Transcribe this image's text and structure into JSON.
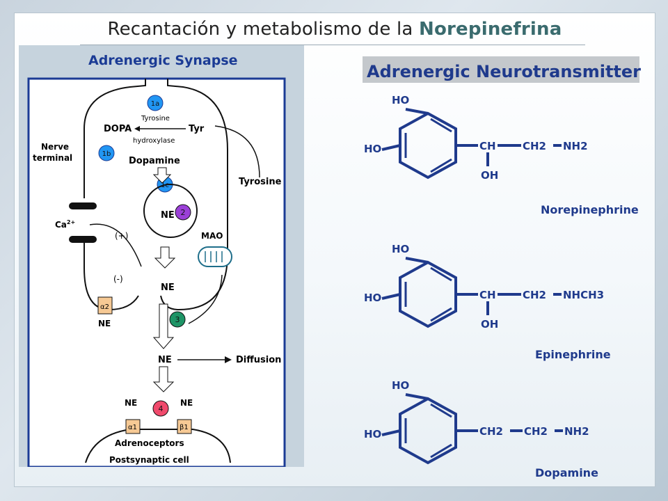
{
  "slide": {
    "title_prefix": "Recantación y metabolismo de la ",
    "title_accent": "Norepinefrina"
  },
  "synapse": {
    "title": "Adrenergic Synapse",
    "labels": {
      "nerve": "Nerve",
      "terminal": "terminal",
      "dopa": "DOPA",
      "tyr": "Tyr",
      "tyrosine_enzyme": "Tyrosine",
      "hydroxylase": "hydroxylase",
      "dopamine": "Dopamine",
      "tyrosine": "Tyrosine",
      "ne_vesicle": "NE",
      "mao": "MAO",
      "ca": "Ca",
      "ca_charge": "2+",
      "plus": "(+)",
      "minus": "(-)",
      "ne_cleft": "NE",
      "alpha2": "α2",
      "ne_alpha2": "NE",
      "ne_diffusion": "NE",
      "diffusion": "Diffusion",
      "ne_left": "NE",
      "ne_right": "NE",
      "alpha1": "α1",
      "beta1": "β1",
      "adrenoceptors": "Adrenoceptors",
      "postsynaptic": "Postsynaptic cell"
    },
    "markers": [
      {
        "label": "1a",
        "color": "#2196f3"
      },
      {
        "label": "1b",
        "color": "#2196f3"
      },
      {
        "label": "1c",
        "color": "#2196f3"
      },
      {
        "label": "2",
        "color": "#9b40d8"
      },
      {
        "label": "3",
        "color": "#1e9466"
      },
      {
        "label": "4",
        "color": "#f04a6c"
      }
    ]
  },
  "neurotransmitters": {
    "title": "Adrenergic Neurotransmitters",
    "molecules": [
      {
        "name": "Norepinephrine",
        "ho_top": "HO",
        "ho_left": "HO",
        "ch": "CH",
        "oh": "OH",
        "c2": "CH2",
        "amine": "NH2"
      },
      {
        "name": "Epinephrine",
        "ho_top": "HO",
        "ho_left": "HO",
        "ch": "CH",
        "oh": "OH",
        "c2": "CH2",
        "amine": "NHCH3"
      },
      {
        "name": "Dopamine",
        "ho_top": "HO",
        "ho_left": "HO",
        "ch": "CH2",
        "c2": "CH2",
        "amine": "NH2"
      }
    ],
    "colors": {
      "blue": "#1f3a8c",
      "title_bg": "#c4c8cc"
    }
  }
}
